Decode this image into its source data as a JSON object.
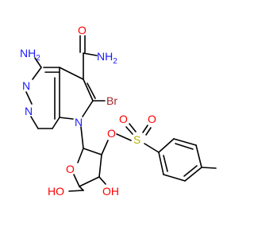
{
  "molecule": {
    "atom_labels": {
      "nh2_ring": "NH2",
      "amide_o": "O",
      "amide_nh2": "NH2",
      "pyr_n_top": "N",
      "pyr_n_bottom": "N",
      "pyrrole_n": "N",
      "bromine": "Br",
      "sulfonyl_o": "O",
      "sulfur": "S",
      "sulfur_o_left": "O",
      "sulfur_o_right": "O",
      "ring_o": "O",
      "hydroxyl_3": "OH",
      "hydroxyl_ch2": "HO"
    },
    "colors": {
      "bond": "#000000",
      "nitrogen": "#1a1aff",
      "oxygen": "#ff0000",
      "bromine": "#a0282d",
      "sulfur": "#b3b300"
    }
  }
}
